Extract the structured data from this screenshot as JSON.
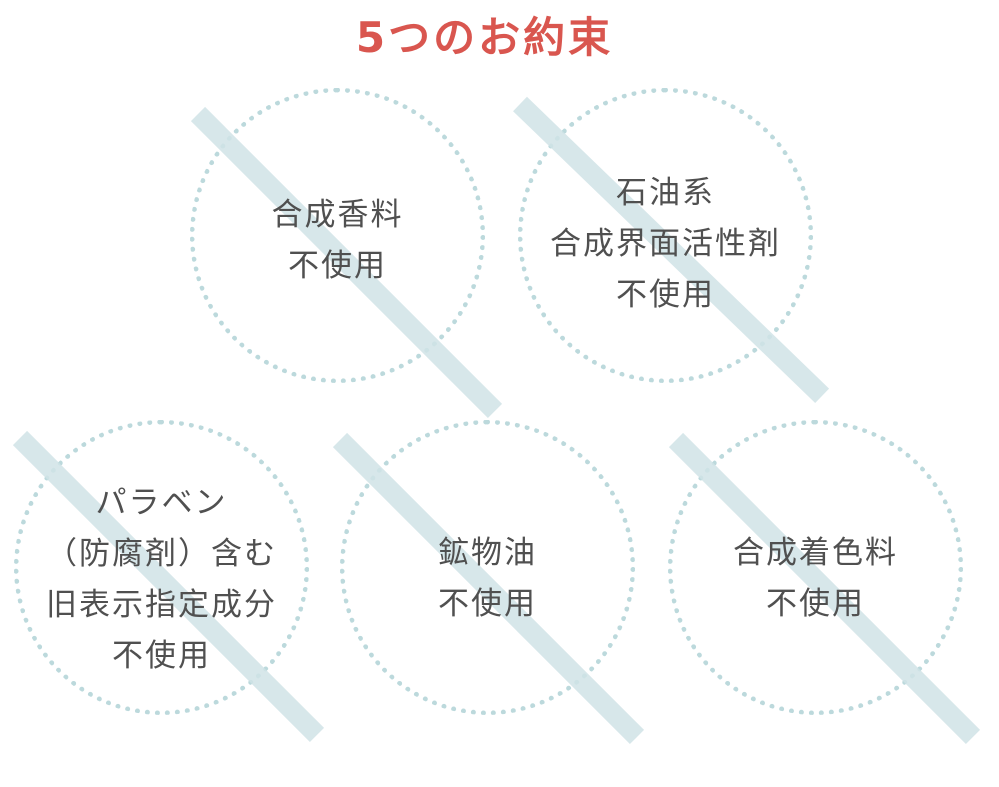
{
  "title": "5つのお約束",
  "colors": {
    "title": "#d9564f",
    "text": "#505050",
    "circle_dots": "#bcd9dc",
    "strike": "#d0e3e6"
  },
  "promises": [
    {
      "lines": [
        "合成香料",
        "不使用"
      ]
    },
    {
      "lines": [
        "石油系",
        "合成界面活性剤",
        "不使用"
      ]
    },
    {
      "lines": [
        "パラベン",
        "（防腐剤）含む",
        "旧表示指定成分",
        "不使用"
      ]
    },
    {
      "lines": [
        "鉱物油",
        "不使用"
      ]
    },
    {
      "lines": [
        "合成着色料",
        "不使用"
      ]
    }
  ]
}
